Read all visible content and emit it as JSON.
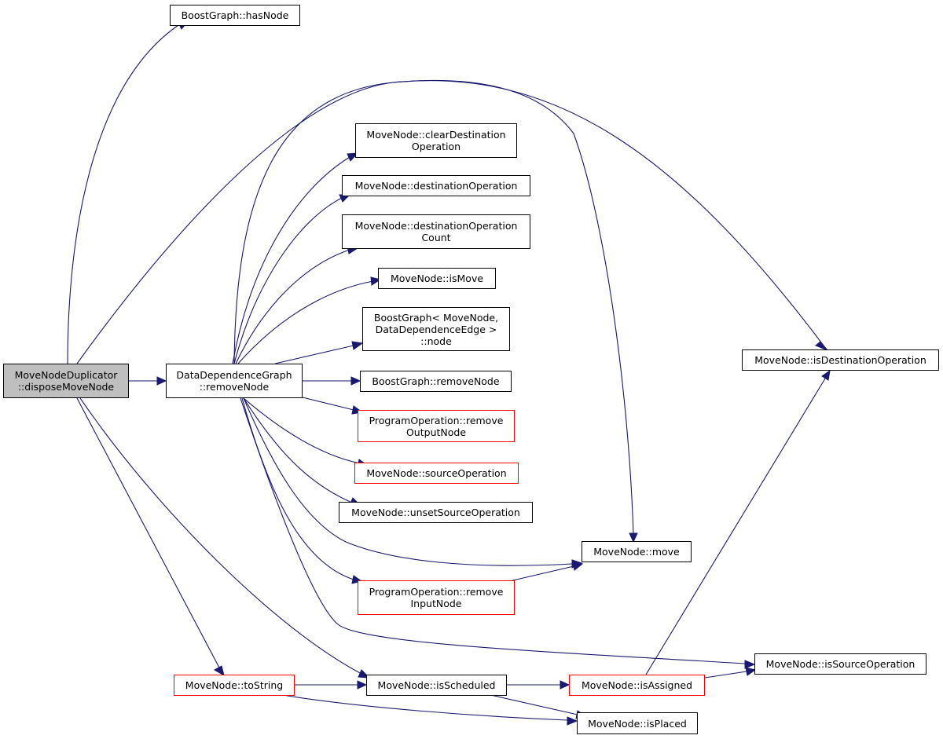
{
  "colors": {
    "edge": "#191970",
    "node_border": "#000000",
    "truncated_border": "#ff0000",
    "root_fill": "#bfbfbf"
  },
  "nodes": {
    "root": "MoveNodeDuplicator\n::disposeMoveNode",
    "has_node": "BoostGraph::hasNode",
    "ddg_remove_node": "DataDependenceGraph\n::removeNode",
    "clear_dest_op": "MoveNode::clearDestination\nOperation",
    "dest_op": "MoveNode::destinationOperation",
    "dest_op_count": "MoveNode::destinationOperation\nCount",
    "is_move": "MoveNode::isMove",
    "bg_node": "BoostGraph< MoveNode,\nDataDependenceEdge >\n::node",
    "bg_remove_node": "BoostGraph::removeNode",
    "po_remove_output": "ProgramOperation::remove\nOutputNode",
    "source_op": "MoveNode::sourceOperation",
    "unset_source_op": "MoveNode::unsetSourceOperation",
    "move": "MoveNode::move",
    "po_remove_input": "ProgramOperation::remove\nInputNode",
    "is_dest_op": "MoveNode::isDestinationOperation",
    "is_source_op": "MoveNode::isSourceOperation",
    "to_string": "MoveNode::toString",
    "is_scheduled": "MoveNode::isScheduled",
    "is_assigned": "MoveNode::isAssigned",
    "is_placed": "MoveNode::isPlaced"
  }
}
